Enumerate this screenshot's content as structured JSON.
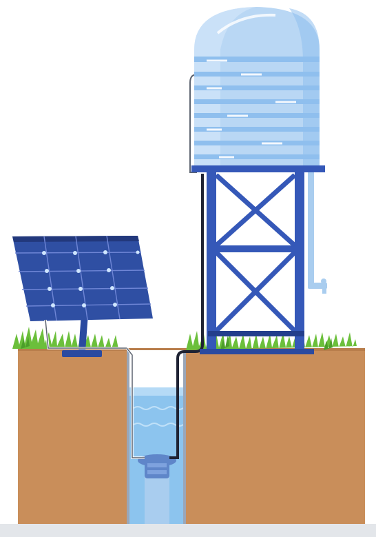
{
  "illustration": {
    "subject": "solar-powered-water-pump-system",
    "components": [
      "solar-panel",
      "panel-stand",
      "power-cable",
      "borewell-casing",
      "submersible-pump",
      "delivery-pipe",
      "elevated-water-tank",
      "tank-tower",
      "outlet-pipe",
      "outlet-tap",
      "grass",
      "soil"
    ],
    "icons": [
      "solar-panel-icon",
      "water-tank-icon",
      "pump-icon",
      "tap-icon"
    ]
  },
  "colors": {
    "background": "#ffffff",
    "soil": "#c98e5a",
    "soil_edge": "#b87d4b",
    "grass": "#6bbf3b",
    "grass_dark": "#4c9e2a",
    "panel": "#2f4fa3",
    "panel_dark": "#22387c",
    "panel_grid": "#6f86d6",
    "panel_sparkle": "#cfe6ff",
    "tower": "#3558b8",
    "tower_dark": "#233e8c",
    "tank_light": "#b9d7f4",
    "tank_mid": "#8fbfee",
    "tank_ring": "#d8eafb",
    "water": "#8cc4ee",
    "water_light": "#bfe0f8",
    "pipe_black": "#1e2233",
    "pipe_light": "#a9cdef",
    "pump": "#5f86c9",
    "ground_line": "#e3e6ea"
  }
}
